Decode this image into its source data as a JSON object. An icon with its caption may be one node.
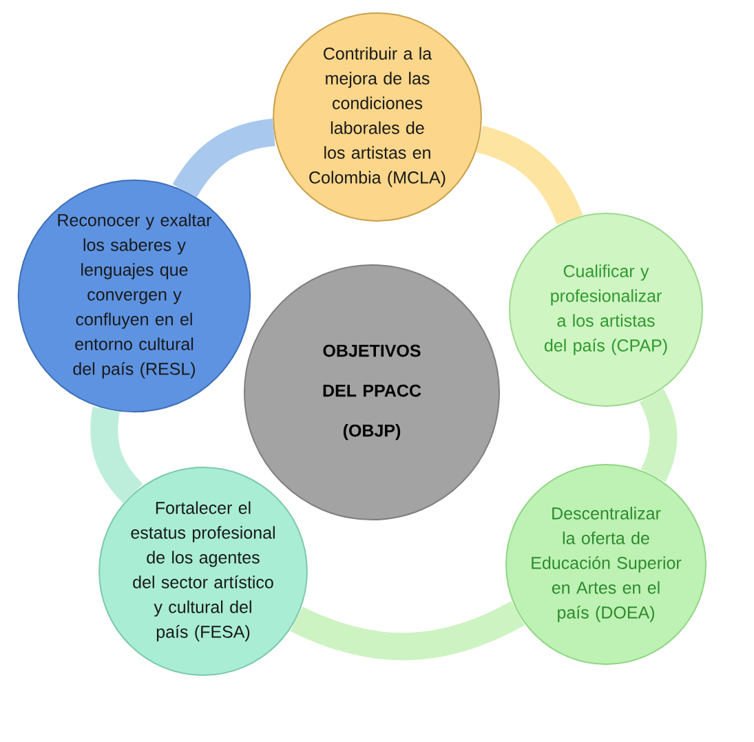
{
  "diagram": {
    "nodes": [
      {
        "text": [
          "OBJETIVOS DEL PPACC (OBJP)"
        ]
      },
      {
        "text": [
          "Contribuir a la mejora de las condiciones laborales de los artistas en Colombia (MCLA)"
        ]
      },
      {
        "text": [
          "Cualificar y profesionalizar a los artistas del país (CPAP)"
        ]
      },
      {
        "text": [
          "Descentralizar la oferta de Educación Superior en Artes en el país (DOEA)"
        ]
      },
      {
        "text": [
          "Fortalecer el estatus profesional de los agentes del sector artístico y cultural del país (FESA)"
        ]
      },
      {
        "text": [
          "Reconocer y exaltar los saberes y lenguajes que convergen y confluyen en el entorno cultural del país (RESL)"
        ]
      }
    ],
    "edges": [
      {
        "from": 5,
        "to": 1,
        "arrow": "none",
        "color": "#a9c8ee"
      },
      {
        "from": 1,
        "to": 2,
        "arrow": "none",
        "color": "#fde4a0"
      },
      {
        "from": 2,
        "to": 3,
        "arrow": "none",
        "color": "#cdf3c2"
      },
      {
        "from": 3,
        "to": 4,
        "arrow": "none",
        "color": "#cdf3c2"
      },
      {
        "from": 4,
        "to": 5,
        "arrow": "none",
        "color": "#bdeedc"
      }
    ]
  }
}
